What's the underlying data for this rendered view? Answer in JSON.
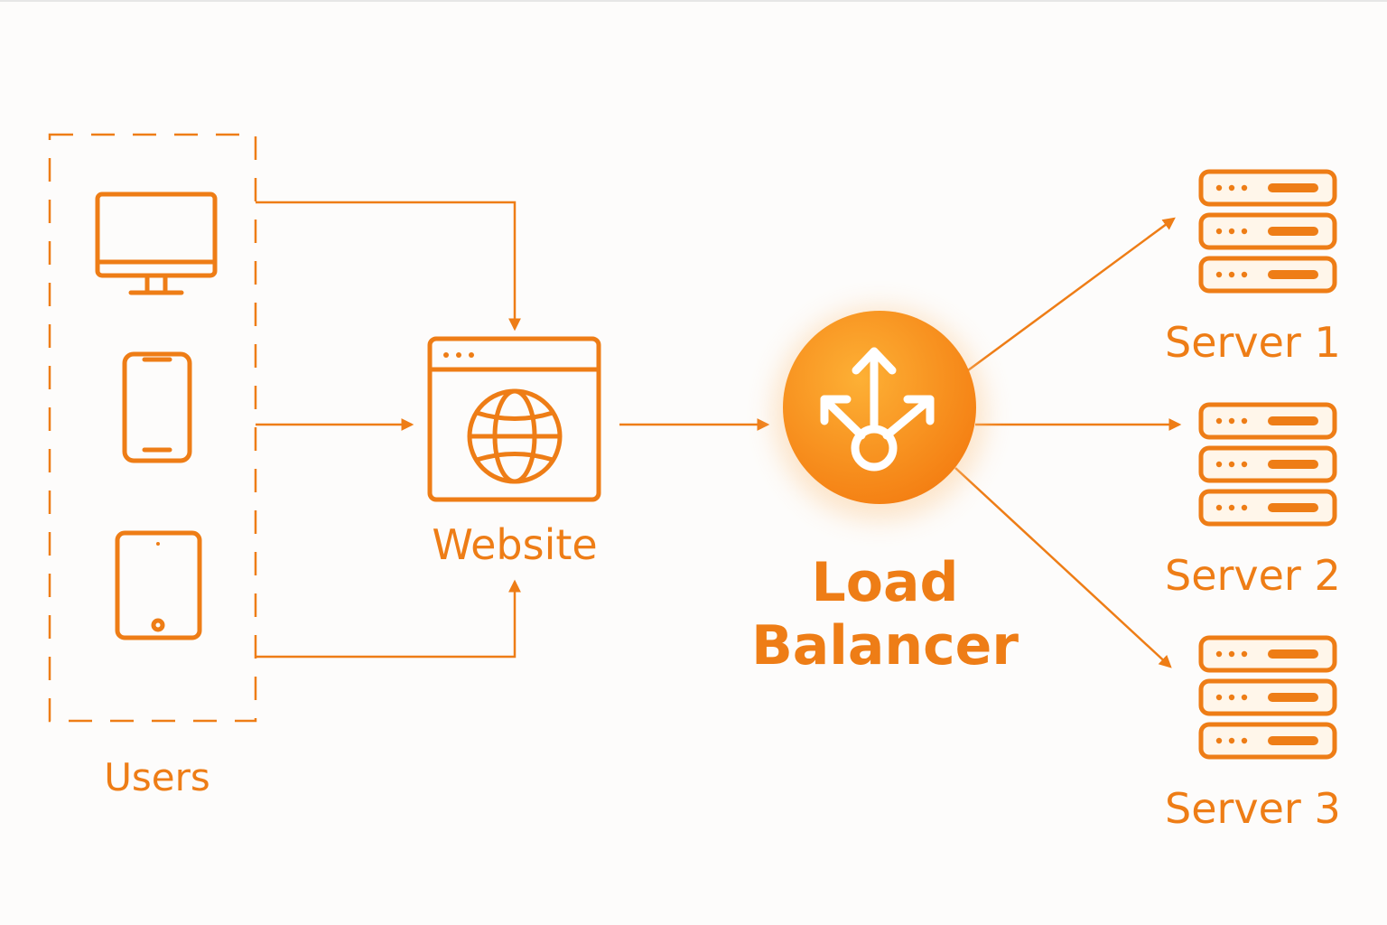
{
  "colors": {
    "accent": "#ee7d16",
    "accent_light": "#fbaa33",
    "background": "#fdfcfb"
  },
  "nodes": {
    "users": {
      "label": "Users",
      "devices": [
        "desktop-monitor-icon",
        "smartphone-icon",
        "tablet-icon"
      ]
    },
    "website": {
      "label": "Website",
      "icon": "browser-globe-icon"
    },
    "load_balancer": {
      "label_line1": "Load",
      "label_line2": "Balancer",
      "icon": "load-balancer-split-icon"
    },
    "servers": [
      {
        "label": "Server 1",
        "icon": "server-rack-icon"
      },
      {
        "label": "Server 2",
        "icon": "server-rack-icon"
      },
      {
        "label": "Server 3",
        "icon": "server-rack-icon"
      }
    ]
  },
  "connections": [
    {
      "from": "users.desktop",
      "to": "website"
    },
    {
      "from": "users.smartphone",
      "to": "website"
    },
    {
      "from": "users.tablet",
      "to": "website"
    },
    {
      "from": "website",
      "to": "load_balancer"
    },
    {
      "from": "load_balancer",
      "to": "server_1"
    },
    {
      "from": "load_balancer",
      "to": "server_2"
    },
    {
      "from": "load_balancer",
      "to": "server_3"
    }
  ]
}
